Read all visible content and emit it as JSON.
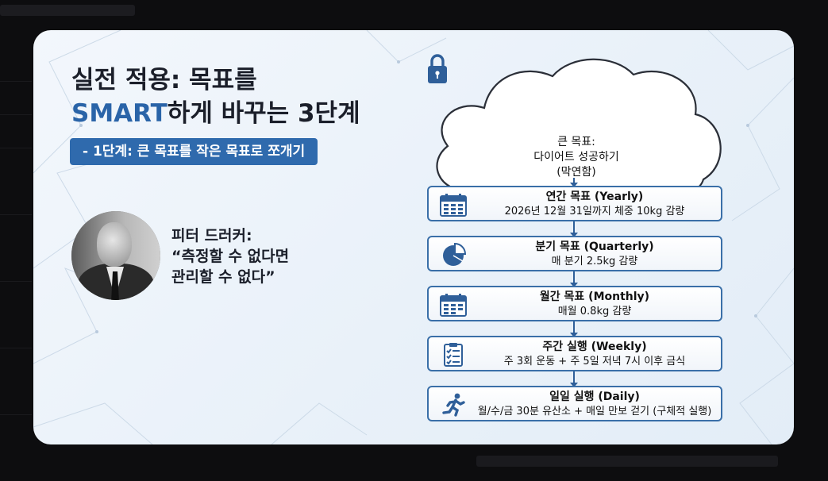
{
  "slide": {
    "title_line1": "실전 적용: 목표를",
    "title_highlight": "SMART",
    "title_rest": "하게 바꾸는 3단계",
    "step_badge": "- 1단계: 큰 목표를 작은 목표로 쪼개기",
    "quote_speaker": "피터 드러커:",
    "quote_line1": "“측정할 수 없다면",
    "quote_line2": "관리할 수 없다”",
    "big_goal": {
      "icon": "lock-icon",
      "line1": "큰 목표:",
      "line2": "다이어트 성공하기",
      "line3": "(막연함)"
    },
    "stages": [
      {
        "icon": "calendar-icon",
        "title": "연간 목표 (Yearly)",
        "desc": "2026년 12월 31일까지 체중 10kg 감량"
      },
      {
        "icon": "pie-chart-icon",
        "title": "분기 목표 (Quarterly)",
        "desc": "매 분기 2.5kg 감량"
      },
      {
        "icon": "calendar-icon",
        "title": "월간 목표 (Monthly)",
        "desc": "매월 0.8kg 감량"
      },
      {
        "icon": "checklist-icon",
        "title": "주간 실행 (Weekly)",
        "desc": "주 3회 운동 + 주 5일 저녁 7시 이후 금식"
      },
      {
        "icon": "running-person-icon",
        "title": "일일 실행 (Daily)",
        "desc": "월/수/금 30분 유산소 + 매일 만보 걷기 (구체적 실행)"
      }
    ]
  },
  "colors": {
    "accent": "#2a64a8",
    "badge": "#2f6aad",
    "stage_border": "#3a6fa8",
    "icon": "#2f5f99"
  }
}
